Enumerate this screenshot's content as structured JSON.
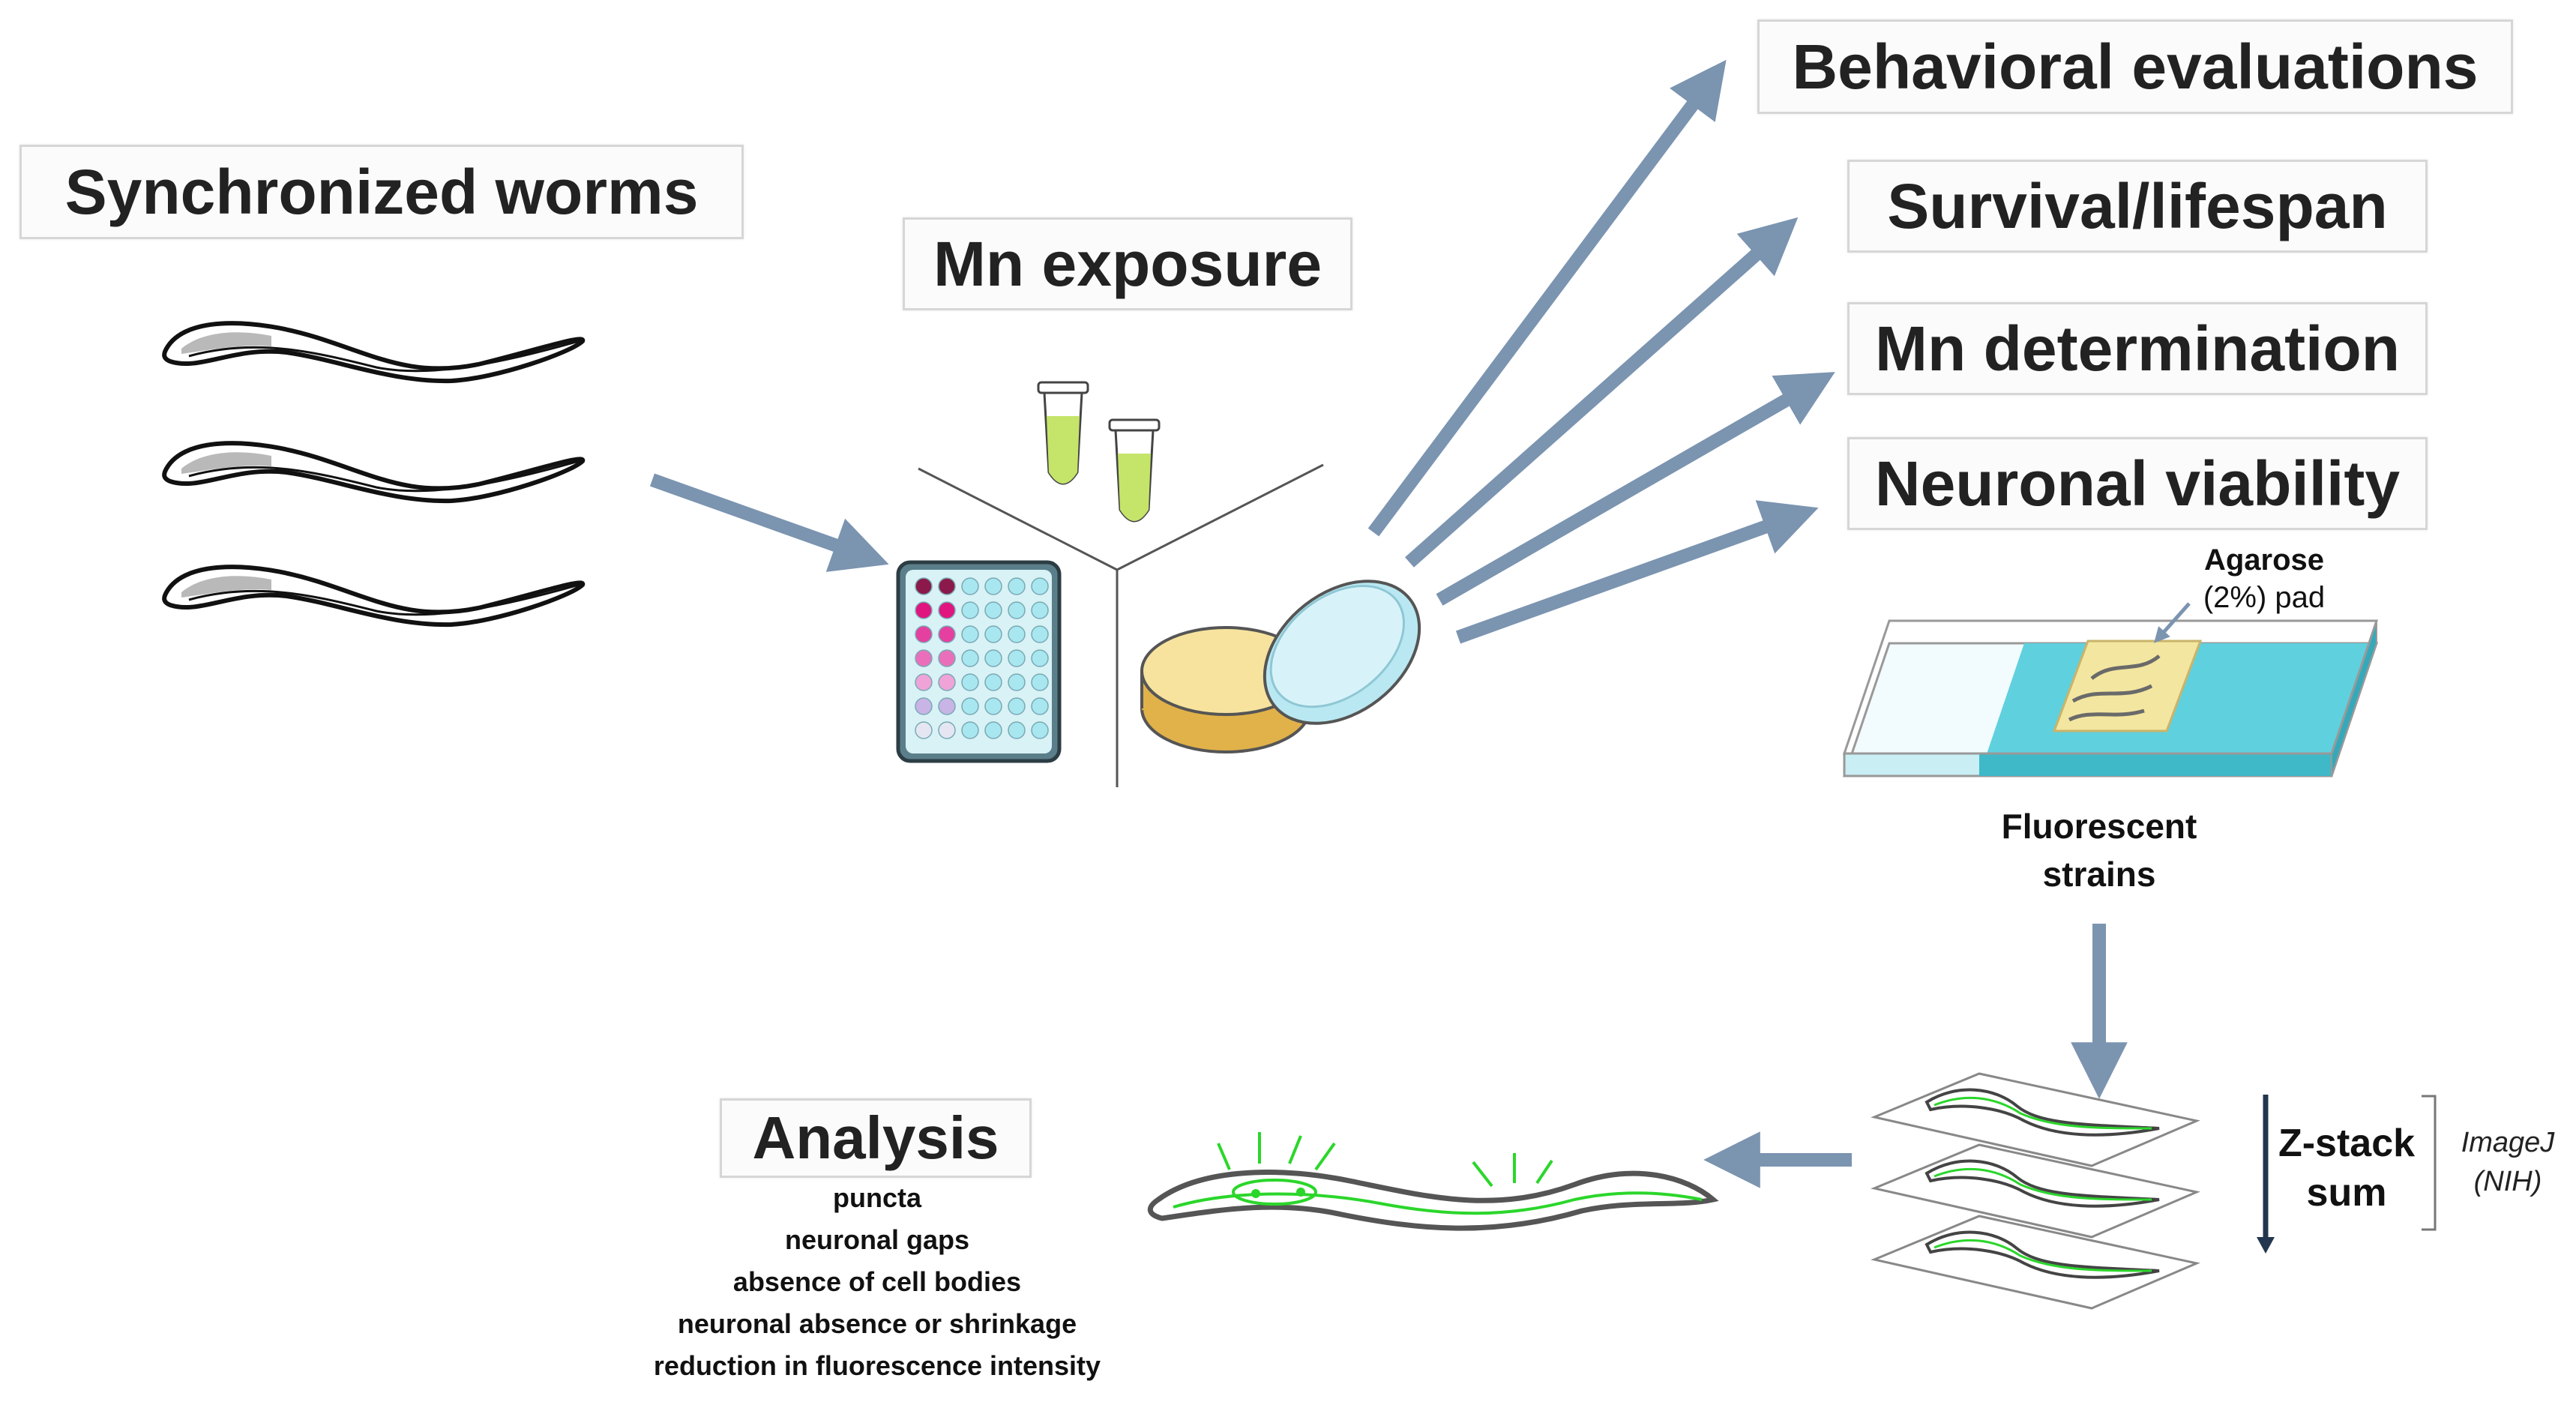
{
  "labels": {
    "synchronized_worms": "Synchronized worms",
    "mn_exposure": "Mn exposure",
    "behavioral_evaluations": "Behavioral evaluations",
    "survival_lifespan": "Survival/lifespan",
    "mn_determination": "Mn determination",
    "neuronal_viability": "Neuronal viability",
    "agarose_line1": "Agarose",
    "agarose_line2": "(2%) pad",
    "fluorescent_line1": "Fluorescent",
    "fluorescent_line2": "strains",
    "zstack_line1": "Z-stack",
    "zstack_line2": "sum",
    "imagej_line1": "ImageJ",
    "imagej_line2": "(NIH)",
    "analysis": "Analysis"
  },
  "analysis_items": [
    "puncta",
    "neuronal gaps",
    "absence of cell bodies",
    "neuronal absence or shrinkage",
    "reduction in fluorescence intensity"
  ],
  "colors": {
    "arrow": "#7b94b0",
    "fluorescence": "#2bd62b",
    "slide_blue": "#5fd0de",
    "agar_pad": "#f3e6a0",
    "tube_liquid": "#c5e46a"
  },
  "icons": [
    "worm-icon",
    "microtube-icon",
    "well-plate-icon",
    "petri-dish-icon",
    "microscope-slide-icon",
    "z-stack-icon",
    "fluorescent-worm-icon"
  ]
}
